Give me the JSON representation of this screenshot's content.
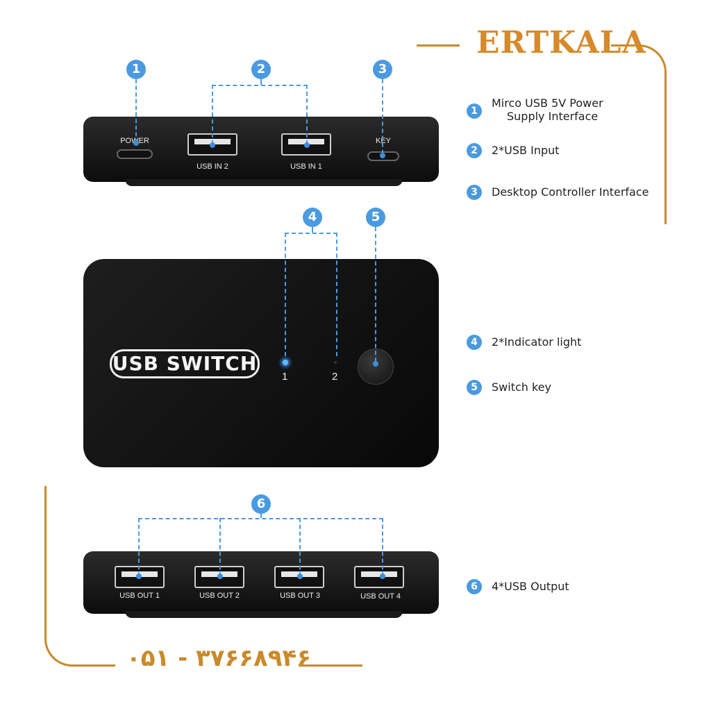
{
  "brand": {
    "name": "ERTKALA"
  },
  "contact": {
    "phone": "۰۵۱ - ۳۷۶۶۸۹۴۶"
  },
  "device": {
    "top_face_label": "USB SWITCH",
    "indicator_labels": [
      "1",
      "2"
    ],
    "rear_ports": {
      "power": "POWER",
      "usb_in_2": "USB IN 2",
      "usb_in_1": "USB IN 1",
      "key": "KEY"
    },
    "front_ports": [
      "USB OUT 1",
      "USB OUT 2",
      "USB OUT 3",
      "USB OUT 4"
    ]
  },
  "callouts": {
    "numbers": [
      "1",
      "2",
      "3",
      "4",
      "5",
      "6"
    ],
    "items": [
      {
        "num": "1",
        "line1": "Mirco USB 5V Power",
        "line2": "Supply Interface"
      },
      {
        "num": "2",
        "text": "2*USB Input"
      },
      {
        "num": "3",
        "text": "Desktop Controller Interface"
      },
      {
        "num": "4",
        "text": "2*Indicator light"
      },
      {
        "num": "5",
        "text": "Switch key"
      },
      {
        "num": "6",
        "text": "4*USB Output"
      }
    ]
  },
  "colors": {
    "accent_orange": "#c98a2a",
    "callout_blue": "#4a9ae0",
    "device_black": "#111111"
  }
}
